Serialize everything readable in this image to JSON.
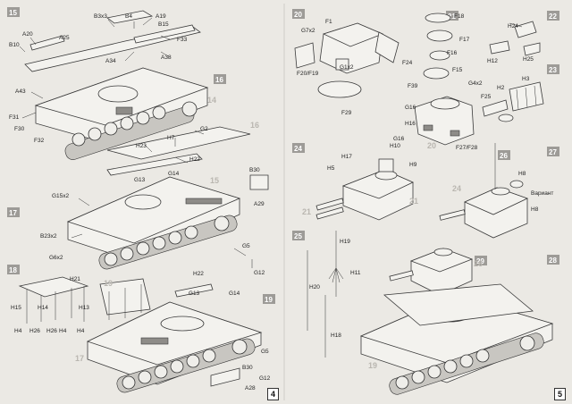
{
  "pages": {
    "left": "4",
    "right": "5"
  },
  "steps": [
    {
      "id": "s15",
      "num": "15"
    },
    {
      "id": "s16",
      "num": "16"
    },
    {
      "id": "s17",
      "num": "17"
    },
    {
      "id": "s18",
      "num": "18"
    },
    {
      "id": "s19",
      "num": "19"
    },
    {
      "id": "s20",
      "num": "20"
    },
    {
      "id": "s21",
      "num": "21"
    },
    {
      "id": "s22",
      "num": "22"
    },
    {
      "id": "s23",
      "num": "23"
    },
    {
      "id": "s24",
      "num": "24"
    },
    {
      "id": "s25",
      "num": "25"
    },
    {
      "id": "s26",
      "num": "26"
    },
    {
      "id": "s27",
      "num": "27"
    },
    {
      "id": "s28",
      "num": "28"
    },
    {
      "id": "s29",
      "num": "29"
    }
  ],
  "bg_numbers": [
    "14",
    "15",
    "16",
    "17",
    "19",
    "20",
    "21",
    "24",
    "26"
  ],
  "labels": {
    "b3x3": "B3x3",
    "b4": "B4",
    "a19": "A19",
    "b15": "B15",
    "a20": "A20",
    "a25": "A25",
    "f33": "F33",
    "b10": "B10",
    "a34": "A34",
    "a38": "A38",
    "a43": "A43",
    "f31": "F31",
    "f30": "F30",
    "f32": "F32",
    "h23": "H23",
    "h7": "H7",
    "g2": "G2",
    "h22": "H22",
    "g13": "G13",
    "g14": "G14",
    "b30": "B30",
    "a29": "A29",
    "g15x2": "G15x2",
    "b23x2": "B23x2",
    "g6x2": "G6x2",
    "g5": "G5",
    "g12": "G12",
    "h21": "H21",
    "h15": "H15",
    "h14": "H14",
    "h13": "H13",
    "h4": "H4",
    "h26": "H26",
    "h22b": "H22",
    "g13b": "G13",
    "g14b": "G14",
    "g5b": "G5",
    "b30b": "B30",
    "g12b": "G12",
    "a28": "A28",
    "g7x2": "G7x2",
    "f1": "F1",
    "f20f19": "F20/F19",
    "g1x2": "G1x2",
    "f24": "F24",
    "f29": "F29",
    "f18": "F18",
    "f17": "F17",
    "f16": "F16",
    "f15": "F15",
    "f39": "F39",
    "g4x2": "G4x2",
    "g16a": "G16",
    "h16": "H16",
    "g16b": "G16",
    "f27f28": "F27/F28",
    "h24": "H24",
    "h12": "H12",
    "h25": "H25",
    "h3": "H3",
    "f25": "F25",
    "h2": "H2",
    "h17": "H17",
    "h10": "H10",
    "h5": "H5",
    "h9": "H9",
    "h8": "H8",
    "variant": "Вариант",
    "h8b": "H8",
    "h19": "H19",
    "h11": "H11",
    "h20": "H20",
    "h18": "H18"
  }
}
